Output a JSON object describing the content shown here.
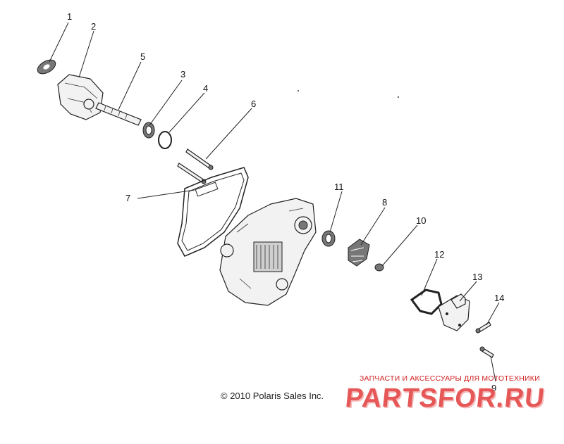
{
  "diagram": {
    "callouts": [
      "1",
      "2",
      "3",
      "4",
      "5",
      "6",
      "7",
      "8",
      "9",
      "10",
      "11",
      "12",
      "13",
      "14"
    ],
    "copyright": "© 2010 Polaris Sales Inc."
  },
  "watermark": {
    "tagline": "ЗАПЧАСТИ И АКСЕССУАРЫ ДЛЯ МОТОТЕХНИКИ",
    "logo": "PARTSFOR.RU"
  }
}
